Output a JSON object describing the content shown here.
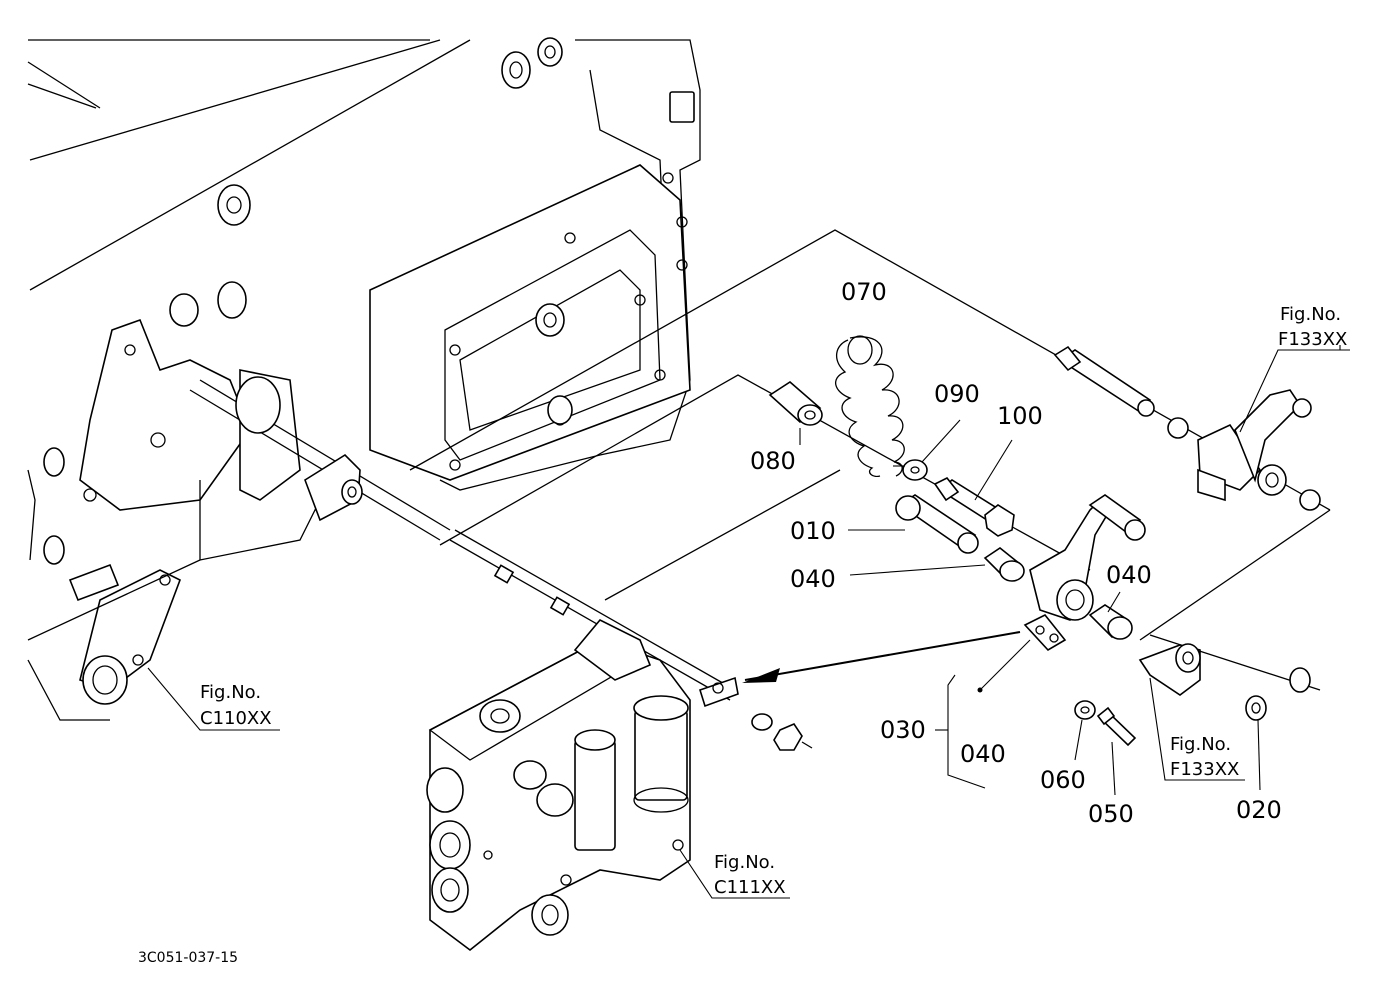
{
  "drawing_code": "3C051-037-15",
  "parts": [
    {
      "key": "p070",
      "label": "070"
    },
    {
      "key": "p090",
      "label": "090"
    },
    {
      "key": "p100",
      "label": "100"
    },
    {
      "key": "p080",
      "label": "080"
    },
    {
      "key": "p010",
      "label": "010"
    },
    {
      "key": "p040a",
      "label": "040"
    },
    {
      "key": "p040b",
      "label": "040"
    },
    {
      "key": "p030",
      "label": "030"
    },
    {
      "key": "p040c",
      "label": "040"
    },
    {
      "key": "p060",
      "label": "060"
    },
    {
      "key": "p050",
      "label": "050"
    },
    {
      "key": "p020",
      "label": "020"
    }
  ],
  "references": {
    "f133_top": {
      "label": "Fig.No.",
      "code": "F133XX"
    },
    "f133_bottom": {
      "label": "Fig.No.",
      "code": "F133XX"
    },
    "c110": {
      "label": "Fig.No.",
      "code": "C110XX"
    },
    "c111": {
      "label": "Fig.No.",
      "code": "C111XX"
    }
  }
}
